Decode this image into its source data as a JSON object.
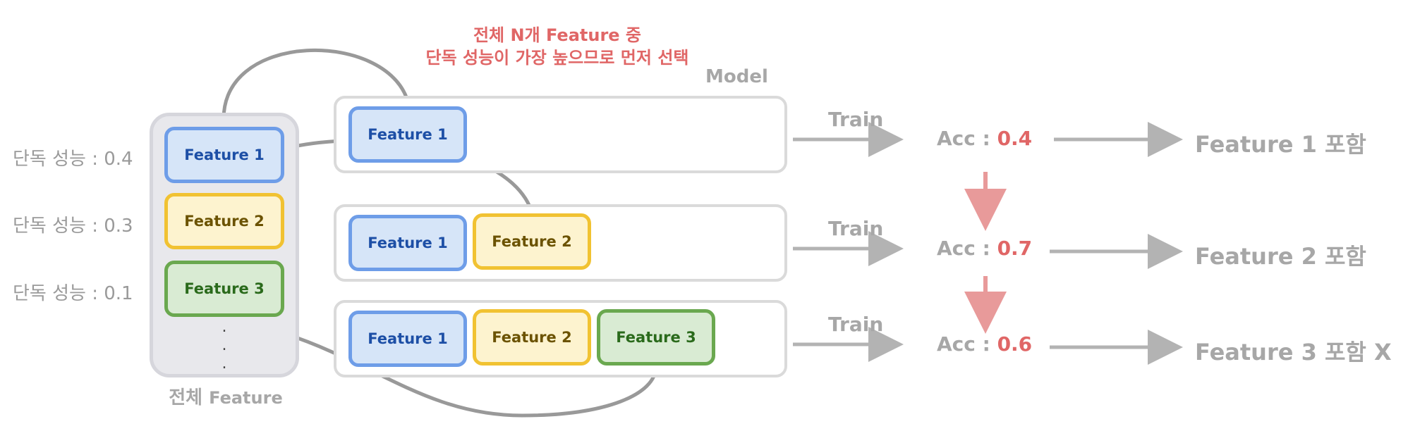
{
  "annotation": {
    "line1": "전체 N개 Feature 중",
    "line2": "단독 성능이 가장 높으므로 먼저 선택"
  },
  "model_label": "Model",
  "pool": {
    "label_korean": "전체",
    "label_feature": "Feature",
    "features": [
      {
        "name": "Feature 1",
        "solo_label": "단독 성능 : ",
        "solo_value": "0.4"
      },
      {
        "name": "Feature 2",
        "solo_label": "단독 성능 : ",
        "solo_value": "0.3"
      },
      {
        "name": "Feature 3",
        "solo_label": "단독 성능 : ",
        "solo_value": "0.1"
      }
    ],
    "ellipsis": [
      ".",
      ".",
      "."
    ]
  },
  "steps": [
    {
      "features": [
        "Feature 1"
      ],
      "train": "Train",
      "acc_label": "Acc : ",
      "acc_value": "0.4",
      "result": "Feature 1 포함"
    },
    {
      "features": [
        "Feature 1",
        "Feature 2"
      ],
      "train": "Train",
      "acc_label": "Acc : ",
      "acc_value": "0.7",
      "result": "Feature 2 포함"
    },
    {
      "features": [
        "Feature 1",
        "Feature 2",
        "Feature 3"
      ],
      "train": "Train",
      "acc_label": "Acc : ",
      "acc_value": "0.6",
      "result": "Feature 3 포함 X"
    }
  ],
  "colors": {
    "feature1": "#6e9de8",
    "feature2": "#f1c232",
    "feature3": "#6aa84f",
    "arrow_gray": "#b3b3b3",
    "arrow_red": "#e89a9a",
    "connector": "#999999",
    "accent_red": "#e06666"
  }
}
